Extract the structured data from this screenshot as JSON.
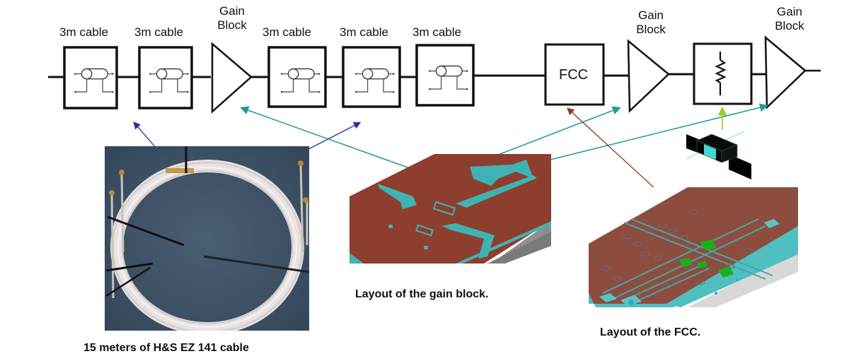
{
  "diagram": {
    "title": "Signal chain: cables, gain blocks, FCC and attenuator",
    "chain": [
      {
        "type": "cable",
        "label": "3m cable"
      },
      {
        "type": "cable",
        "label": "3m cable"
      },
      {
        "type": "gain_block",
        "label_line1": "Gain",
        "label_line2": "Block"
      },
      {
        "type": "cable",
        "label": "3m cable"
      },
      {
        "type": "cable",
        "label": "3m cable"
      },
      {
        "type": "cable",
        "label": "3m cable"
      },
      {
        "type": "fcc",
        "label": "FCC"
      },
      {
        "type": "gain_block",
        "label_line1": "Gain",
        "label_line2": "Block"
      },
      {
        "type": "attenuator",
        "label": ""
      },
      {
        "type": "gain_block",
        "label_line1": "Gain",
        "label_line2": "Block"
      }
    ],
    "labels": {
      "cable1": "3m cable",
      "cable2": "3m cable",
      "gain1_l1": "Gain",
      "gain1_l2": "Block",
      "cable3": "3m cable",
      "cable4": "3m cable",
      "cable5": "3m cable",
      "fcc": "FCC",
      "gain2_l1": "Gain",
      "gain2_l2": "Block",
      "gain3_l1": "Gain",
      "gain3_l2": "Block"
    },
    "captions": {
      "cable_photo": "15 meters of H&S EZ 141 cable",
      "gain_layout": "Layout of the gain block.",
      "fcc_layout": "Layout of the FCC."
    },
    "colors": {
      "cable_arrow": "#2b2f9e",
      "gain_arrow": "#1e9a9a",
      "fcc_arrow": "#8b3a1a",
      "attenuator_arrow": "#9acd1e",
      "pcb_copper": "#8e3e2e",
      "pcb_substrate": "#4fbfbf",
      "photo_background": "#3d5166"
    }
  }
}
